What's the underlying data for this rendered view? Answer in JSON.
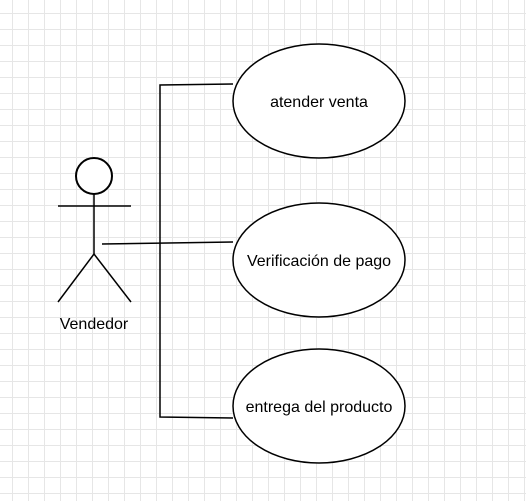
{
  "diagram": {
    "actor": {
      "label": "Vendedor"
    },
    "use_cases": [
      {
        "label": "atender venta"
      },
      {
        "label": "Verificación de pago"
      },
      {
        "label": "entrega del producto"
      }
    ]
  }
}
